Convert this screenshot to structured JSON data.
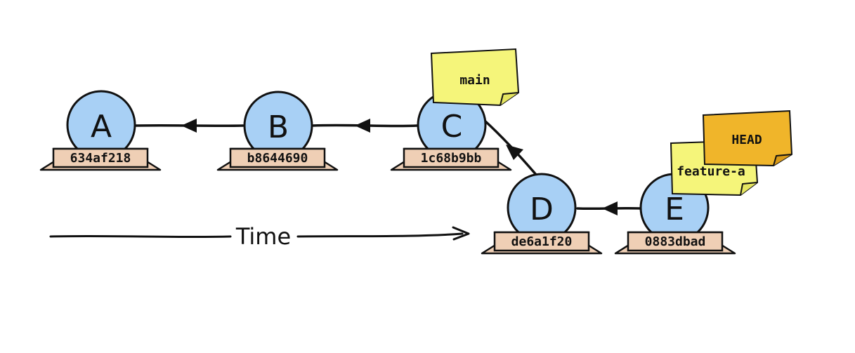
{
  "commits": [
    {
      "letter": "A",
      "hash": "634af218"
    },
    {
      "letter": "B",
      "hash": "b8644690"
    },
    {
      "letter": "C",
      "hash": "1c68b9bb"
    },
    {
      "letter": "D",
      "hash": "de6a1f20"
    },
    {
      "letter": "E",
      "hash": "0883dbad"
    }
  ],
  "notes": {
    "main": "main",
    "feature_a": "feature-a",
    "head": "HEAD"
  },
  "time_label": "Time",
  "colors": {
    "node_fill": "#a8d0f5",
    "ribbon_fill": "#efcfb5",
    "note_yellow": "#f5f57a",
    "note_orange": "#f0b52a",
    "stroke": "#111111"
  }
}
